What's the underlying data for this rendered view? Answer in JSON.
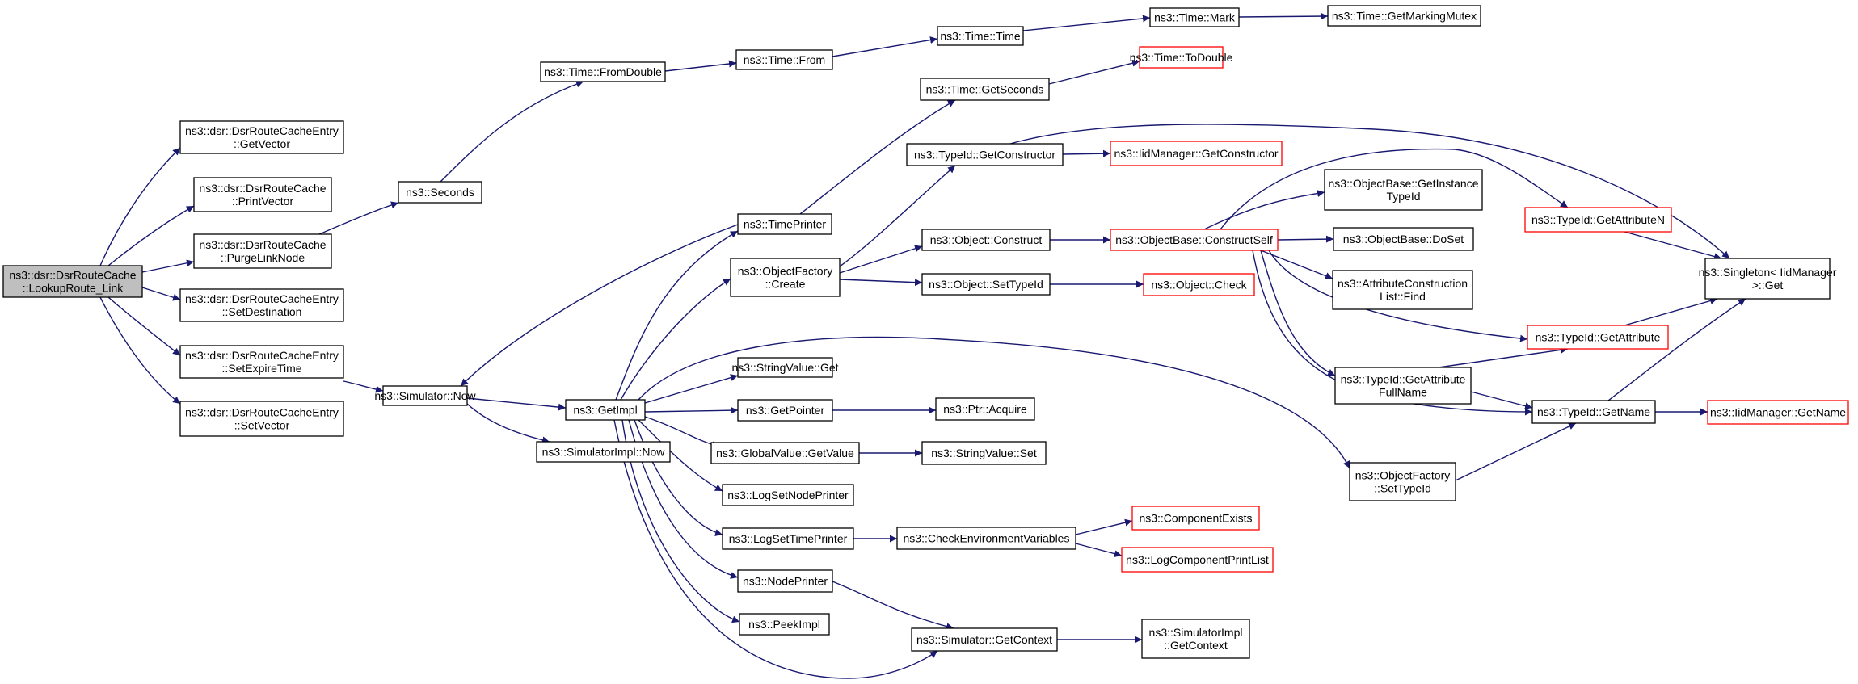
{
  "colors": {
    "edge": "#191970",
    "node_border": "#000000",
    "external_border": "#ff0000",
    "root_fill": "#bfbfbf",
    "node_fill": "#ffffff"
  },
  "nodes": [
    {
      "id": "root",
      "lines": [
        "ns3::dsr::DsrRouteCache",
        "::LookupRoute_Link"
      ],
      "kind": "root"
    },
    {
      "id": "entry_getvector",
      "lines": [
        "ns3::dsr::DsrRouteCacheEntry",
        "::GetVector"
      ],
      "kind": "normal"
    },
    {
      "id": "cache_printvector",
      "lines": [
        "ns3::dsr::DsrRouteCache",
        "::PrintVector"
      ],
      "kind": "normal"
    },
    {
      "id": "purgelinknode",
      "lines": [
        "ns3::dsr::DsrRouteCache",
        "::PurgeLinkNode"
      ],
      "kind": "normal"
    },
    {
      "id": "setdestination",
      "lines": [
        "ns3::dsr::DsrRouteCacheEntry",
        "::SetDestination"
      ],
      "kind": "normal"
    },
    {
      "id": "setexpiretime",
      "lines": [
        "ns3::dsr::DsrRouteCacheEntry",
        "::SetExpireTime"
      ],
      "kind": "normal"
    },
    {
      "id": "entry_setvector",
      "lines": [
        "ns3::dsr::DsrRouteCacheEntry",
        "::SetVector"
      ],
      "kind": "normal"
    },
    {
      "id": "seconds",
      "lines": [
        "ns3::Seconds"
      ],
      "kind": "normal"
    },
    {
      "id": "sim_now",
      "lines": [
        "ns3::Simulator::Now"
      ],
      "kind": "normal"
    },
    {
      "id": "fromdouble",
      "lines": [
        "ns3::Time::FromDouble"
      ],
      "kind": "normal"
    },
    {
      "id": "time_from",
      "lines": [
        "ns3::Time::From"
      ],
      "kind": "normal"
    },
    {
      "id": "time_time",
      "lines": [
        "ns3::Time::Time"
      ],
      "kind": "normal"
    },
    {
      "id": "time_mark",
      "lines": [
        "ns3::Time::Mark"
      ],
      "kind": "normal"
    },
    {
      "id": "getmarkingmutex",
      "lines": [
        "ns3::Time::GetMarkingMutex"
      ],
      "kind": "normal"
    },
    {
      "id": "getseconds",
      "lines": [
        "ns3::Time::GetSeconds"
      ],
      "kind": "normal"
    },
    {
      "id": "todouble",
      "lines": [
        "ns3::Time::ToDouble"
      ],
      "kind": "external"
    },
    {
      "id": "timeprinter",
      "lines": [
        "ns3::TimePrinter"
      ],
      "kind": "normal"
    },
    {
      "id": "getimpl",
      "lines": [
        "ns3::GetImpl"
      ],
      "kind": "normal"
    },
    {
      "id": "simimpl_now",
      "lines": [
        "ns3::SimulatorImpl::Now"
      ],
      "kind": "normal"
    },
    {
      "id": "objfactory_create",
      "lines": [
        "ns3::ObjectFactory",
        "::Create"
      ],
      "kind": "normal"
    },
    {
      "id": "stringvalue_get",
      "lines": [
        "ns3::StringValue::Get"
      ],
      "kind": "normal"
    },
    {
      "id": "getpointer",
      "lines": [
        "ns3::GetPointer"
      ],
      "kind": "normal"
    },
    {
      "id": "globalvalue_getvalue",
      "lines": [
        "ns3::GlobalValue::GetValue"
      ],
      "kind": "normal"
    },
    {
      "id": "logsetnodeprinter",
      "lines": [
        "ns3::LogSetNodePrinter"
      ],
      "kind": "normal"
    },
    {
      "id": "logsettimeprinter",
      "lines": [
        "ns3::LogSetTimePrinter"
      ],
      "kind": "normal"
    },
    {
      "id": "nodeprinter",
      "lines": [
        "ns3::NodePrinter"
      ],
      "kind": "normal"
    },
    {
      "id": "peekimpl",
      "lines": [
        "ns3::PeekImpl"
      ],
      "kind": "normal"
    },
    {
      "id": "typeid_getconstructor",
      "lines": [
        "ns3::TypeId::GetConstructor"
      ],
      "kind": "normal"
    },
    {
      "id": "iidmanager_getconstructor",
      "lines": [
        "ns3::IidManager::GetConstructor"
      ],
      "kind": "external"
    },
    {
      "id": "object_construct",
      "lines": [
        "ns3::Object::Construct"
      ],
      "kind": "normal"
    },
    {
      "id": "object_settypeid",
      "lines": [
        "ns3::Object::SetTypeId"
      ],
      "kind": "normal"
    },
    {
      "id": "ptr_acquire",
      "lines": [
        "ns3::Ptr::Acquire"
      ],
      "kind": "normal"
    },
    {
      "id": "stringvalue_set",
      "lines": [
        "ns3::StringValue::Set"
      ],
      "kind": "normal"
    },
    {
      "id": "checkenv",
      "lines": [
        "ns3::CheckEnvironmentVariables"
      ],
      "kind": "normal"
    },
    {
      "id": "sim_getcontext",
      "lines": [
        "ns3::Simulator::GetContext"
      ],
      "kind": "normal"
    },
    {
      "id": "constructself",
      "lines": [
        "ns3::ObjectBase::ConstructSelf"
      ],
      "kind": "external"
    },
    {
      "id": "object_check",
      "lines": [
        "ns3::Object::Check"
      ],
      "kind": "external"
    },
    {
      "id": "componentexists",
      "lines": [
        "ns3::ComponentExists"
      ],
      "kind": "external"
    },
    {
      "id": "logcomponentprintlist",
      "lines": [
        "ns3::LogComponentPrintList"
      ],
      "kind": "external"
    },
    {
      "id": "simimpl_getcontext",
      "lines": [
        "ns3::SimulatorImpl",
        "::GetContext"
      ],
      "kind": "normal"
    },
    {
      "id": "getinstancetypeid",
      "lines": [
        "ns3::ObjectBase::GetInstance",
        "TypeId"
      ],
      "kind": "normal"
    },
    {
      "id": "doset",
      "lines": [
        "ns3::ObjectBase::DoSet"
      ],
      "kind": "normal"
    },
    {
      "id": "attrconstructionlist_find",
      "lines": [
        "ns3::AttributeConstruction",
        "List::Find"
      ],
      "kind": "normal"
    },
    {
      "id": "getattributefullname",
      "lines": [
        "ns3::TypeId::GetAttribute",
        "FullName"
      ],
      "kind": "normal"
    },
    {
      "id": "objfactory_settypeid",
      "lines": [
        "ns3::ObjectFactory",
        "::SetTypeId"
      ],
      "kind": "normal"
    },
    {
      "id": "getattributen",
      "lines": [
        "ns3::TypeId::GetAttributeN"
      ],
      "kind": "external"
    },
    {
      "id": "getattribute",
      "lines": [
        "ns3::TypeId::GetAttribute"
      ],
      "kind": "external"
    },
    {
      "id": "typeid_getname",
      "lines": [
        "ns3::TypeId::GetName"
      ],
      "kind": "normal"
    },
    {
      "id": "singleton_get",
      "lines": [
        "ns3::Singleton< IidManager",
        ">::Get"
      ],
      "kind": "normal"
    },
    {
      "id": "iidmanager_getname",
      "lines": [
        "ns3::IidManager::GetName"
      ],
      "kind": "external"
    }
  ]
}
